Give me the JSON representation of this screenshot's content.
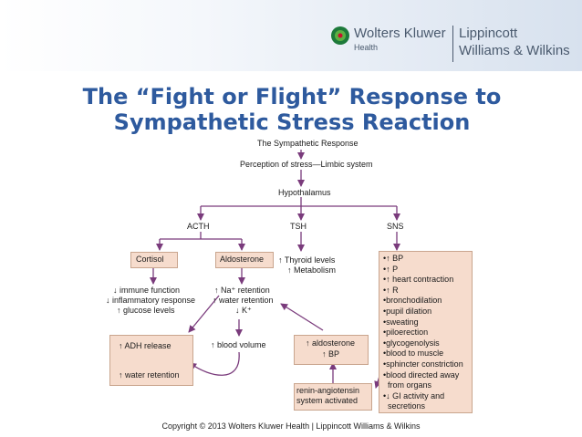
{
  "header": {
    "brand_name": "Wolters Kluwer",
    "brand_sub": "Health",
    "publisher_line1": "Lippincott",
    "publisher_line2": "Williams & Wilkins"
  },
  "slide": {
    "title_line1": "The “Fight or Flight” Response to",
    "title_line2": "Sympathetic Stress Reaction"
  },
  "diagram": {
    "heading": "The Sympathetic Response",
    "perception": "Perception of stress—Limbic system",
    "hypothalamus": "Hypothalamus",
    "acth": "ACTH",
    "tsh": "TSH",
    "sns": "SNS",
    "cortisol": "Cortisol",
    "aldosterone": "Aldosterone",
    "thyroid_1": "↑ Thyroid levels",
    "thyroid_2": "↑ Metabolism",
    "cortisol_effects": [
      "↓ immune function",
      "↓ inflammatory response",
      "↑ glucose levels"
    ],
    "aldo_effects": [
      "↑ Na⁺ retention",
      "↑ water retention",
      "↓ K⁺"
    ],
    "adh_release": "↑ ADH release",
    "adh_water": "↑ water retention",
    "blood_volume": "↑ blood volume",
    "raas_aldo": "↑ aldosterone",
    "raas_bp": "↑ BP",
    "renin_1": "renin-angiotensin",
    "renin_2": "system activated",
    "sns_effects": [
      {
        "text": "↑ BP",
        "cont": false
      },
      {
        "text": "↑ P",
        "cont": false
      },
      {
        "text": "↑ heart contraction",
        "cont": false
      },
      {
        "text": "↑ R",
        "cont": false
      },
      {
        "text": "bronchodilation",
        "cont": false
      },
      {
        "text": "pupil dilation",
        "cont": false
      },
      {
        "text": "sweating",
        "cont": false
      },
      {
        "text": "piloerection",
        "cont": false
      },
      {
        "text": "glycogenolysis",
        "cont": false
      },
      {
        "text": "blood to muscle",
        "cont": false
      },
      {
        "text": "sphincter constriction",
        "cont": false
      },
      {
        "text": "blood directed away",
        "cont": false
      },
      {
        "text": "from organs",
        "cont": true
      },
      {
        "text": "↓ GI activity and",
        "cont": false
      },
      {
        "text": "secretions",
        "cont": true
      }
    ],
    "colors": {
      "box_fill": "#f6dccd",
      "arrow": "#7a3b7c",
      "title": "#2e5a9e"
    }
  },
  "footer": {
    "copyright": "Copyright © 2013 Wolters Kluwer Health | Lippincott Williams & Wilkins"
  }
}
